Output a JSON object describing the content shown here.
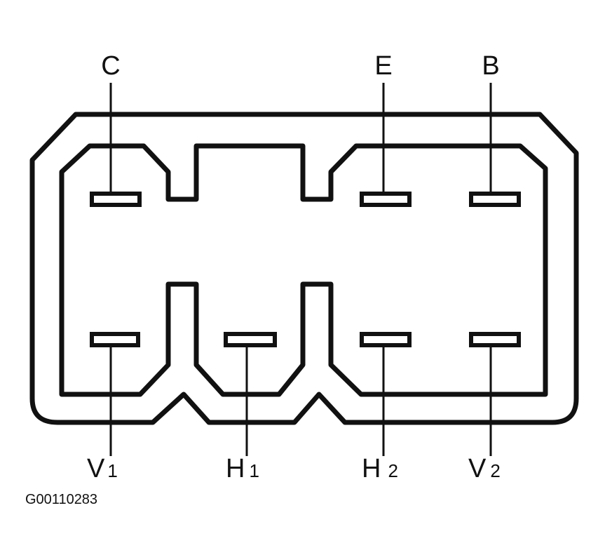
{
  "diagram": {
    "figure_code": "G00110283",
    "labels": {
      "c": "C",
      "e": "E",
      "b": "B",
      "v1_main": "V",
      "v1_sub": "1",
      "h1_main": "H",
      "h1_sub": "1",
      "h2_main": "H",
      "h2_sub": "2",
      "v2_main": "V",
      "v2_sub": "2"
    }
  }
}
